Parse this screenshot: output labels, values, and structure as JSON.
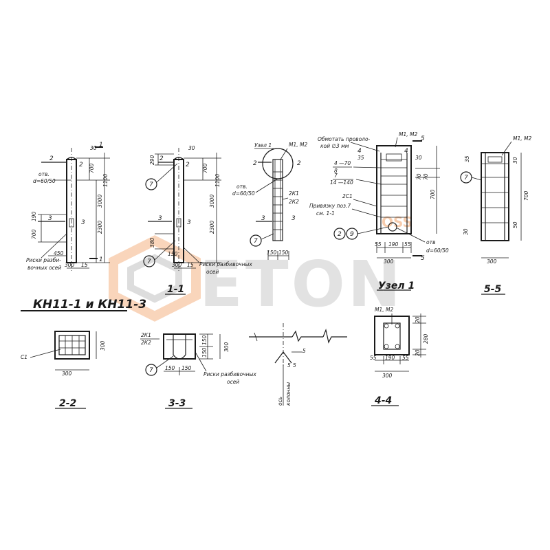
{
  "title": "КН11-1 и КН11-3",
  "watermark": {
    "brand": "ETON",
    "sub": "OSS",
    "brand_color": "#9a9a9a",
    "accent_color": "#f2a46b"
  },
  "view_main": {
    "dims": {
      "d30": "30",
      "d700": "700",
      "d3000": "3000",
      "d2300": "2300",
      "d1100": "1100",
      "d190": "190",
      "d450": "450",
      "d300": "300",
      "d15": "15"
    },
    "callouts": {
      "sec1": "1",
      "sec2": "2",
      "sec3": "3"
    },
    "label_hole": "отв.",
    "label_hole_d": "d=60/50",
    "label_marks": "Риски разби-",
    "label_marks2": "вочных осей"
  },
  "view_1_1": {
    "caption": "1-1",
    "dims": {
      "d290": "290",
      "d30": "30",
      "d700": "700",
      "d3000": "3000",
      "d2300": "2300",
      "d1100": "1100",
      "d380": "380",
      "d150": "150",
      "d300": "300",
      "d15": "15"
    },
    "callouts": {
      "sec2": "2",
      "sec3": "3",
      "pos7": "7"
    },
    "label_marks": "Риски разбивочных",
    "label_marks2": "осей"
  },
  "view_cage": {
    "label_node": "Узел 1",
    "label_m": "М1, М2",
    "label_hole": "отв.",
    "label_hole_d": "d=60/50",
    "label_2k1": "2К1",
    "label_2k2": "2К2",
    "dims": {
      "d150a": "150",
      "d150b": "150"
    },
    "callouts": {
      "sec2": "2",
      "sec3": "3",
      "pos7": "7"
    }
  },
  "node1": {
    "caption": "Узел 1",
    "label_wrap": "Обмотать проволо-",
    "label_wrap2": "кой ∅3 мм",
    "label_m": "М1, М2",
    "label_4_70": "4 —70",
    "label_8": "8",
    "label_7": "7",
    "label_14_140": "14 —140",
    "label_2c1": "2С1",
    "label_bind": "Привязку поз.7",
    "label_bind2": "см. 1-1",
    "label_hole": "отв",
    "label_hole_d": "d=60/50",
    "dims": {
      "d35": "35",
      "d30": "30",
      "d70a": "70",
      "d70b": "70",
      "d700": "700",
      "d55a": "55",
      "d190": "190",
      "d55b": "55",
      "d300": "300"
    },
    "callouts": {
      "sec4": "4",
      "sec5": "5",
      "pos2": "2",
      "pos9": "9"
    }
  },
  "view_5_5": {
    "caption": "5-5",
    "label_m": "М1, М2",
    "dims": {
      "d35": "35",
      "d30": "30",
      "d700": "700",
      "d50": "50",
      "d30b": "30",
      "d300": "300"
    },
    "callouts": {
      "pos7": "7"
    }
  },
  "sec_2_2": {
    "caption": "2-2",
    "label_c1": "С1",
    "dims": {
      "d300a": "300",
      "d300b": "300"
    }
  },
  "sec_3_3": {
    "caption": "3-3",
    "label_2k1": "2К1",
    "label_2k2": "2К2",
    "label_marks": "Риски разбивочных",
    "label_marks2": "осей",
    "dims": {
      "d150a": "150",
      "d150b": "150",
      "d150c": "150",
      "d150d": "150",
      "d300": "300"
    },
    "callouts": {
      "pos7": "7"
    }
  },
  "axis_detail": {
    "label_axis": "ось",
    "label_axis2": "колонны",
    "dims": {
      "d5a": "5",
      "d5b": "5",
      "d5c": "5"
    }
  },
  "sec_4_4": {
    "caption": "4-4",
    "label_m": "М1, М2",
    "dims": {
      "d20a": "20",
      "d280": "280",
      "d20b": "20",
      "d55a": "55",
      "d190": "190",
      "d55b": "55",
      "d300": "300"
    }
  }
}
